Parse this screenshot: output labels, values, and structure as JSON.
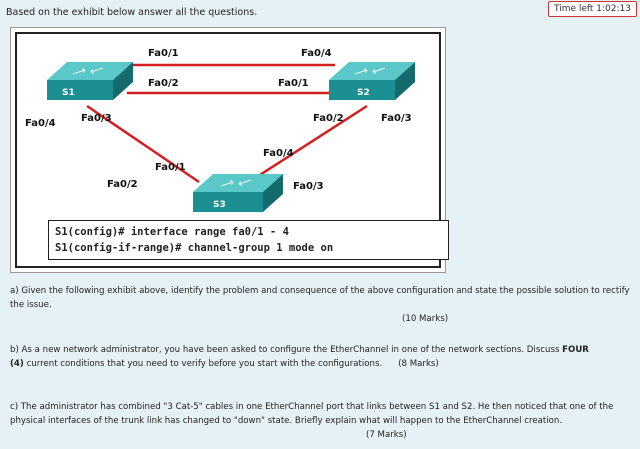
{
  "intro": "Based on the exhibit below answer all the questions.",
  "timer": "Time left 1:02:13",
  "exhibit": {
    "switches": {
      "s1": "S1",
      "s2": "S2",
      "s3": "S3"
    },
    "ports": {
      "s1_fa01": "Fa0/1",
      "s1_fa02": "Fa0/2",
      "s1_fa03": "Fa0/3",
      "s1_fa04": "Fa0/4",
      "s2_fa04": "Fa0/4",
      "s2_fa01": "Fa0/1",
      "s2_fa02": "Fa0/2",
      "s2_fa03": "Fa0/3",
      "s3_fa01": "Fa0/1",
      "s3_fa02": "Fa0/2",
      "s3_fa04": "Fa0/4",
      "s3_fa03": "Fa0/3"
    },
    "link_color": "#d21f1f",
    "cli": [
      "S1(config)# interface range fa0/1 - 4",
      "S1(config-if-range)# channel-group 1 mode on"
    ]
  },
  "questions": {
    "a": {
      "text": "a)   Given the following exhibit above, identify the problem and consequence of the above configuration and state the possible solution to rectify the issue.",
      "marks": "(10 Marks)"
    },
    "b": {
      "text_before": "b)   As a new network administrator, you have been asked to configure the EtherChannel in one of the network sections. Discuss ",
      "bold1": "FOUR",
      "bold2": "(4)",
      "text_after": " current conditions that you need to verify before you start with the configurations.",
      "marks": "(8 Marks)"
    },
    "c": {
      "text": "c)   The administrator has combined \"3 Cat-5\" cables in one EtherChannel port that links between S1 and S2. He then noticed that one of the physical interfaces of the trunk link has changed to \"down\" state. Briefly explain what will happen to the EtherChannel creation.",
      "marks": "(7 Marks)"
    }
  }
}
